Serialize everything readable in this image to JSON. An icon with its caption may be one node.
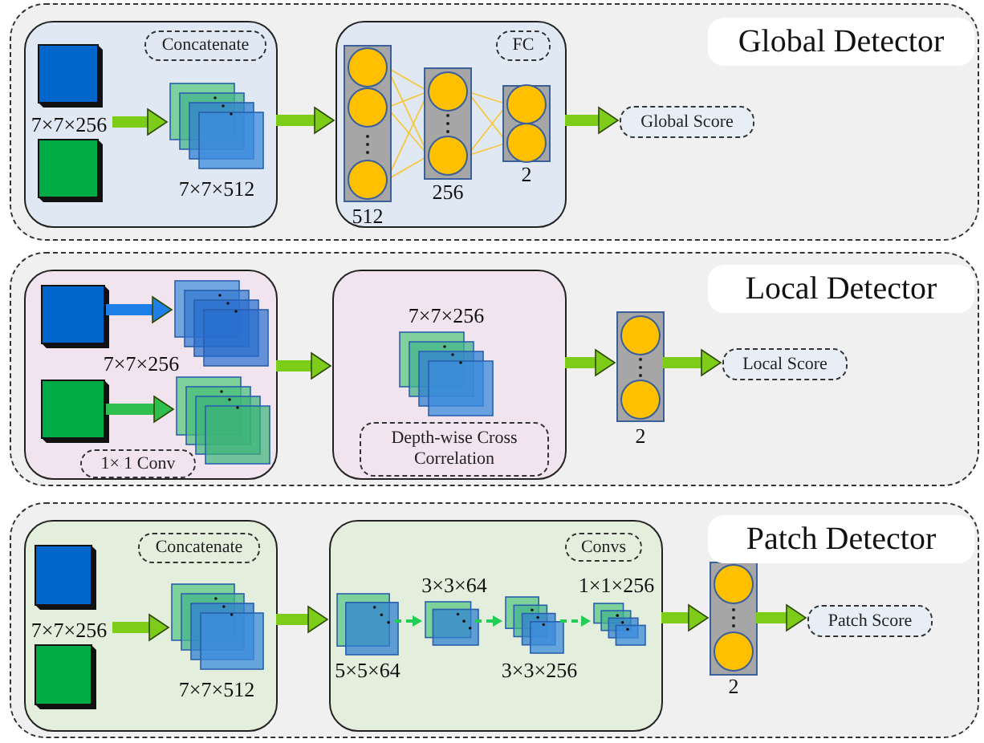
{
  "diagram": {
    "nodes": [
      {
        "text": [
          "Global Detector"
        ]
      },
      {
        "text": [
          "Concatenate"
        ],
        "in": 0
      },
      {
        "text": [],
        "shape": "cube",
        "in": 1
      },
      {
        "text": [
          "7×7×256"
        ],
        "in": 1
      },
      {
        "text": [],
        "shape": "cube",
        "in": 1
      },
      {
        "text": [],
        "shape": "box",
        "in": 1,
        "beside": [
          "7×7×512"
        ]
      },
      {
        "text": [
          "FC"
        ],
        "in": 0
      },
      {
        "text": [],
        "shape": "bar",
        "in": 6,
        "beside": [
          "512"
        ]
      },
      {
        "text": [],
        "shape": "bar",
        "in": 6,
        "beside": [
          "256"
        ]
      },
      {
        "text": [],
        "shape": "bar",
        "in": 6,
        "beside": [
          "2"
        ]
      },
      {
        "text": [
          "Global Score"
        ],
        "in": 0
      },
      {
        "text": [
          "Local Detector"
        ]
      },
      {
        "text": [
          "1× 1 Conv"
        ],
        "in": 11
      },
      {
        "text": [],
        "shape": "cube",
        "in": 12,
        "beside": [
          "7×7×256"
        ]
      },
      {
        "text": [],
        "shape": "box",
        "in": 12
      },
      {
        "text": [],
        "shape": "cube",
        "in": 12
      },
      {
        "text": [],
        "shape": "box",
        "in": 12
      },
      {
        "text": [
          "Depth-wise Cross Correlation"
        ],
        "in": 11
      },
      {
        "text": [],
        "shape": "box",
        "in": 17,
        "beside": [
          "7×7×256"
        ]
      },
      {
        "text": [],
        "shape": "bar",
        "in": 11,
        "beside": [
          "2"
        ]
      },
      {
        "text": [
          "Local Score"
        ],
        "in": 11
      },
      {
        "text": [
          "Patch Detector"
        ]
      },
      {
        "text": [
          "Concatenate"
        ],
        "in": 21
      },
      {
        "text": [],
        "shape": "cube",
        "in": 22
      },
      {
        "text": [
          "7×7×256"
        ],
        "in": 22
      },
      {
        "text": [],
        "shape": "cube",
        "in": 22
      },
      {
        "text": [],
        "shape": "box",
        "in": 22,
        "beside": [
          "7×7×512"
        ]
      },
      {
        "text": [
          "Convs"
        ],
        "in": 21
      },
      {
        "text": [],
        "shape": "box",
        "in": 27,
        "beside": [
          "5×5×64"
        ]
      },
      {
        "text": [],
        "shape": "box",
        "in": 27,
        "beside": [
          "3×3×64"
        ]
      },
      {
        "text": [],
        "shape": "box",
        "in": 27,
        "beside": [
          "3×3×256"
        ]
      },
      {
        "text": [],
        "shape": "box",
        "in": 27,
        "beside": [
          "1×1×256"
        ]
      },
      {
        "text": [],
        "shape": "bar",
        "in": 21,
        "beside": [
          "2"
        ]
      },
      {
        "text": [
          "Patch Score"
        ],
        "in": 21
      }
    ],
    "edges": [
      {
        "from": 3,
        "to": 5,
        "arrow": "to"
      },
      {
        "from": 1,
        "to": 6,
        "arrow": "to"
      },
      {
        "from": 6,
        "to": 10,
        "arrow": "to"
      },
      {
        "from": 13,
        "to": 14,
        "arrow": "to",
        "color": "#1e7fe8"
      },
      {
        "from": 15,
        "to": 16,
        "arrow": "to",
        "color": "#2fbf4f"
      },
      {
        "from": 12,
        "to": 17,
        "arrow": "to"
      },
      {
        "from": 17,
        "to": 19,
        "arrow": "to"
      },
      {
        "from": 19,
        "to": 20,
        "arrow": "to"
      },
      {
        "from": 24,
        "to": 26,
        "arrow": "to"
      },
      {
        "from": 22,
        "to": 27,
        "arrow": "to"
      },
      {
        "from": 28,
        "to": 29,
        "arrow": "to",
        "style": "dashed",
        "color": "#22cc55"
      },
      {
        "from": 29,
        "to": 30,
        "arrow": "to",
        "style": "dashed",
        "color": "#22cc55"
      },
      {
        "from": 30,
        "to": 31,
        "arrow": "to",
        "style": "dashed",
        "color": "#22cc55"
      },
      {
        "from": 27,
        "to": 32,
        "arrow": "to"
      },
      {
        "from": 32,
        "to": 33,
        "arrow": "to"
      }
    ]
  }
}
